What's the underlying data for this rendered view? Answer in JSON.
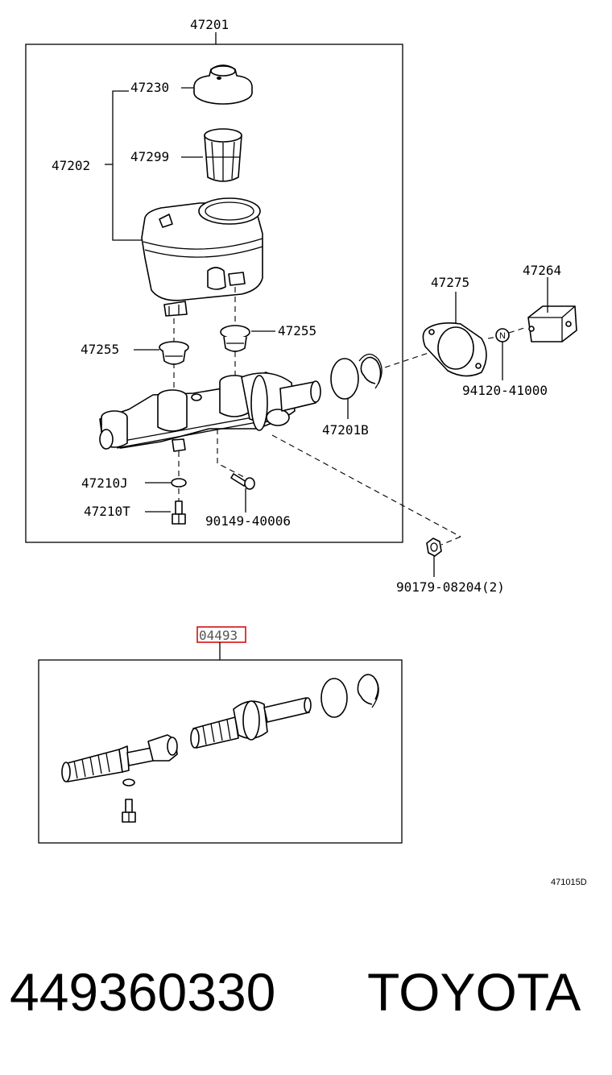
{
  "labels": {
    "assembly": "47201",
    "cap": "47230",
    "reservoir": "47202",
    "strainer": "47299",
    "grommet_right": "47255",
    "grommet_left": "47255",
    "gasket": "47275",
    "check_valve": "47264",
    "nipple_bolt": "94120-41000",
    "oring": "47201B",
    "union_gasket": "47210J",
    "union_bolt": "47210T",
    "screw": "90149-40006",
    "nut": "90179-08204(2)",
    "kit": "04493",
    "n_marker": "N"
  },
  "figure_code": "471015D",
  "footer": {
    "part_number": "449360330",
    "brand": "TOYOTA"
  },
  "colors": {
    "highlight_box": "#d01010",
    "line": "#000000"
  }
}
